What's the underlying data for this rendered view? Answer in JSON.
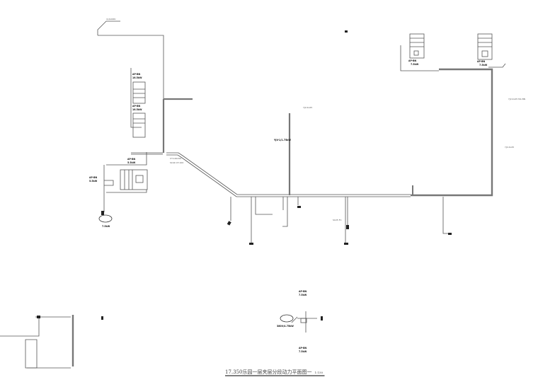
{
  "drawing": {
    "title": "17.350乐园一层夹层分段动力平面图一",
    "scale": "1:150",
    "colors": {
      "line": "#555555",
      "trunk": "#777777",
      "background": "#ffffff"
    },
    "labels": {
      "top_left": "11kVARV",
      "left_panel_upper": "AP-BN",
      "left_panel_upper_rating": "16.5kW",
      "left_panel_lower": "AP-BN",
      "left_panel_lower_rating": "16.5kW",
      "left_ctrl_panel": "AP-BN",
      "left_ctrl_rating": "5.5kW",
      "left_small_panel": "AP-BN",
      "left_small_rating": "5.5kW",
      "tray_note_a": "CT-100x50",
      "tray_note_b": "SC40 CT-100",
      "riser_note": "YJV-4x25",
      "riser_tag": "YJV-1/1.75kW",
      "right_panel_1": "AP-BN",
      "right_panel_1_rating": "7.5kW",
      "right_panel_2": "AP-BN",
      "right_panel_2_rating": "7.5kW",
      "right_riser_note": "YJV-4x25 MA BN",
      "right_mid_note": "YJV-4x25",
      "bottom_panel_1": "AP-BN",
      "bottom_panel_1_rating": "7.5kW",
      "bottom_panel_2": "AP-BN",
      "bottom_panel_2_rating": "7.5kW",
      "bottom_motor": "380V/4.75kW",
      "left_motor": "7.5kW",
      "drop_note": "SC25 FC"
    }
  }
}
